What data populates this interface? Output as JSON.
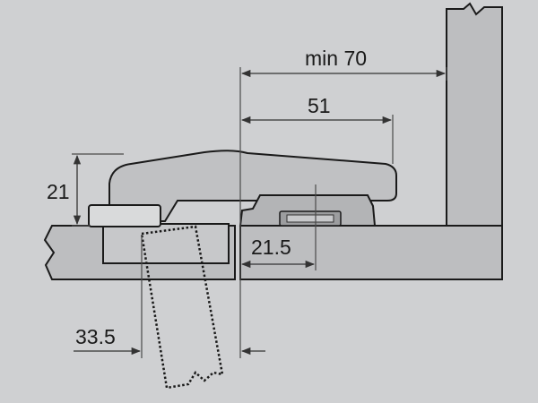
{
  "diagram": {
    "dimensions": {
      "min70": "min 70",
      "d51": "51",
      "d21": "21",
      "d21_5": "21.5",
      "d33_5": "33.5"
    },
    "colors": {
      "background": "#cfd0d2",
      "part_fill": "#c0c1c3",
      "panel_fill": "#bdbec0",
      "line": "#1a1a1a",
      "dim_line": "#4a4a4a"
    }
  }
}
